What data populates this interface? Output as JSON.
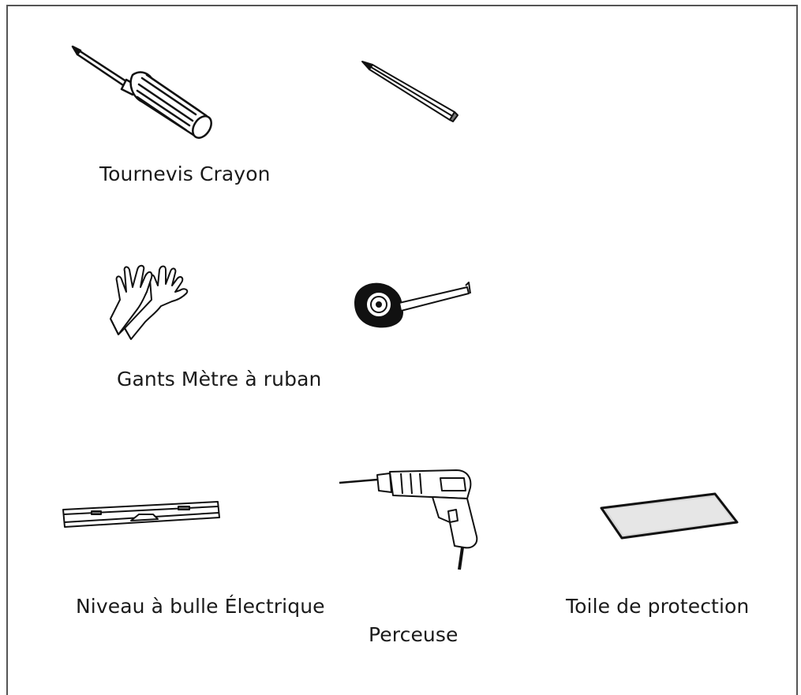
{
  "labels": {
    "row1": "Tournevis Crayon",
    "row2": "Gants Mètre à ruban",
    "row3_left": "Niveau à bulle Électrique",
    "row3_center": "Perceuse",
    "row3_right": "Toile de protection"
  },
  "tools": [
    {
      "icon": "screwdriver-icon"
    },
    {
      "icon": "pencil-icon"
    },
    {
      "icon": "gloves-icon"
    },
    {
      "icon": "tape-measure-icon"
    },
    {
      "icon": "spirit-level-icon"
    },
    {
      "icon": "drill-icon"
    },
    {
      "icon": "drop-cloth-icon"
    }
  ]
}
